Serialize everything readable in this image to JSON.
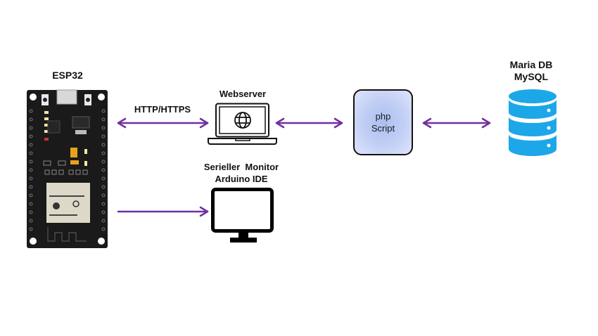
{
  "diagram": {
    "colors": {
      "arrow": "#7030a0",
      "database": "#1ca7e8",
      "board": "#1a1a1a",
      "php_box_fill": "#c4d0f5",
      "outline": "#111111"
    },
    "nodes": {
      "esp32": {
        "label": "ESP32",
        "icon": "esp32-board"
      },
      "webserver": {
        "label": "Webserver",
        "icon": "laptop-globe-icon"
      },
      "php": {
        "line1": "php",
        "line2": "Script"
      },
      "database": {
        "line1": "Maria DB",
        "line2": "MySQL",
        "icon": "database-icon"
      },
      "serial_monitor": {
        "line1": "Serieller  Monitor",
        "line2": "Arduino IDE",
        "icon": "monitor-icon"
      }
    },
    "edges": [
      {
        "from": "esp32",
        "to": "webserver",
        "label": "HTTP/HTTPS",
        "direction": "bidirectional"
      },
      {
        "from": "webserver",
        "to": "php",
        "label": "",
        "direction": "bidirectional"
      },
      {
        "from": "php",
        "to": "database",
        "label": "",
        "direction": "bidirectional"
      },
      {
        "from": "esp32",
        "to": "serial_monitor",
        "label": "",
        "direction": "forward"
      }
    ]
  }
}
